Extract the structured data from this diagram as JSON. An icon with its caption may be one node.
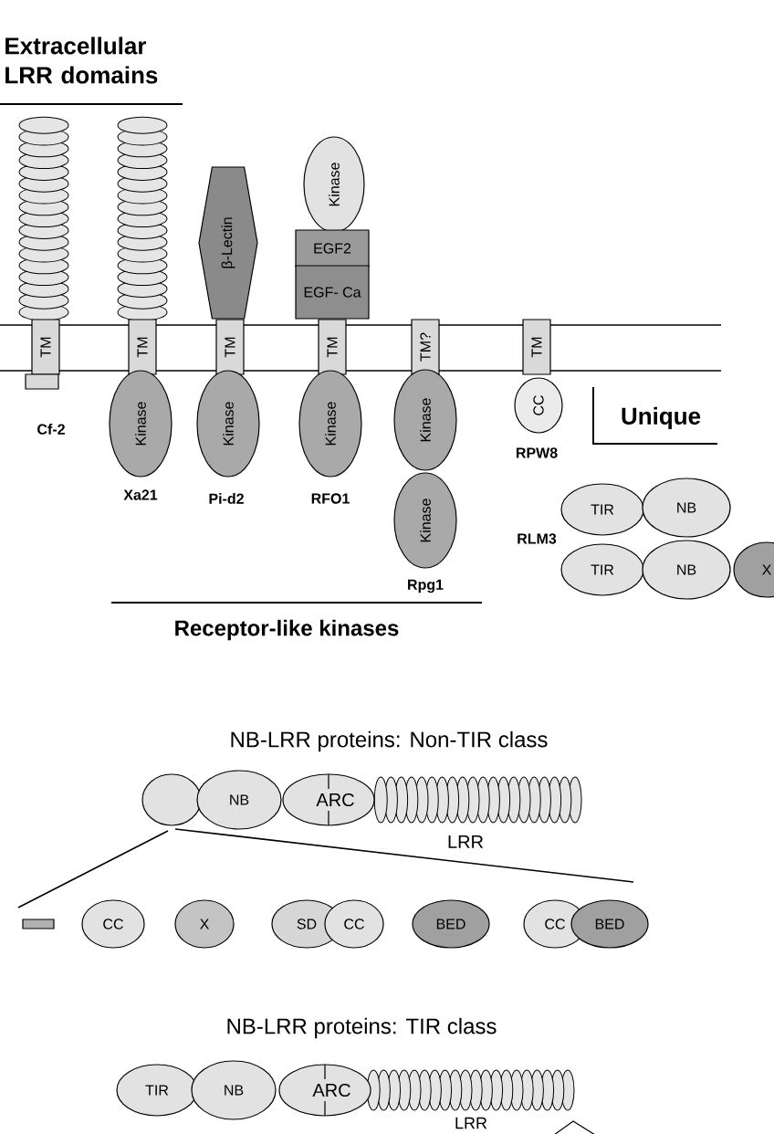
{
  "diagram": {
    "nodes": [
      {
        "text": [
          "TM"
        ]
      },
      {
        "text": [
          "TM"
        ]
      },
      {
        "text": [
          "TM"
        ]
      },
      {
        "text": [
          "TM"
        ]
      },
      {
        "text": [
          "TM?"
        ]
      },
      {
        "text": [
          "TM"
        ]
      },
      {
        "text": [],
        "shape": "box",
        "beside": [
          "Cf-2"
        ]
      },
      {
        "text": [
          "β-Lectin"
        ]
      },
      {
        "text": [
          "Kinase"
        ]
      },
      {
        "text": [
          "EGF2"
        ]
      },
      {
        "text": [
          "EGF- Ca"
        ]
      },
      {
        "text": [
          "Kinase"
        ],
        "beside": [
          "Xa21"
        ]
      },
      {
        "text": [
          "Kinase"
        ],
        "beside": [
          "Pi-d2"
        ]
      },
      {
        "text": [
          "Kinase"
        ],
        "beside": [
          "RFO1"
        ]
      },
      {
        "text": [
          "Kinase"
        ]
      },
      {
        "text": [
          "Kinase"
        ],
        "beside": [
          "Rpg1"
        ]
      },
      {
        "text": [
          "CC"
        ],
        "beside": [
          "RPW8"
        ]
      },
      {
        "text": [
          "TIR"
        ]
      },
      {
        "text": [
          "NB"
        ]
      },
      {
        "text": [
          "TIR"
        ]
      },
      {
        "text": [
          "NB"
        ]
      },
      {
        "text": [
          "X"
        ]
      },
      {
        "text": [],
        "shape": "ellipse"
      },
      {
        "text": [
          "NB"
        ]
      },
      {
        "text": [
          "ARC"
        ]
      },
      {
        "text": [],
        "shape": "bar"
      },
      {
        "text": [
          "CC"
        ]
      },
      {
        "text": [
          "X"
        ]
      },
      {
        "text": [
          "SD"
        ]
      },
      {
        "text": [
          "CC"
        ]
      },
      {
        "text": [
          "BED"
        ]
      },
      {
        "text": [
          "CC"
        ]
      },
      {
        "text": [
          "BED"
        ]
      },
      {
        "text": [
          "TIR"
        ]
      },
      {
        "text": [
          "NB"
        ]
      },
      {
        "text": [
          "ARC"
        ]
      }
    ],
    "labels": [
      "Extracellular LRR domains",
      "Unique",
      "RLM3",
      "Receptor-like kinases",
      "NB-LRR proteins: Non-TIR class",
      "LRR",
      "NB-LRR proteins: TIR class",
      "LRR"
    ]
  }
}
